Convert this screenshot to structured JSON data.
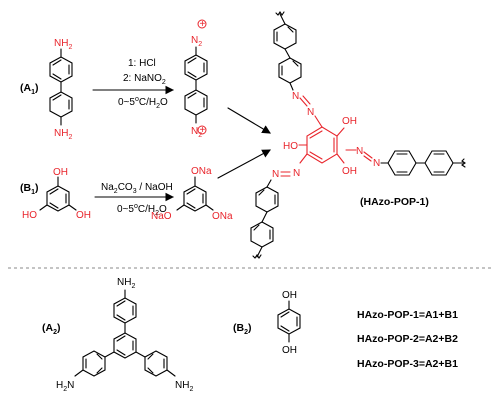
{
  "step1": {
    "label_main": "(A",
    "label_sub": "1",
    "label_close": ")",
    "amine_top": "NH",
    "amine_top_sub": "2",
    "amine_bottom": "NH",
    "amine_bottom_sub": "2",
    "cond_1": "1: HCl",
    "cond_2": "2: NaNO",
    "cond_2_sub": "2",
    "cond_3_a": "0~5",
    "cond_3_b": "o",
    "cond_3_c": "C/H",
    "cond_3_d": "2",
    "cond_3_e": "O",
    "product_plus": "+",
    "product_N": "N",
    "product_N_sub": "2"
  },
  "step2": {
    "label_main": "(B",
    "label_sub": "1",
    "label_close": ")",
    "oh": "OH",
    "ho": "HO",
    "cond_1": "Na",
    "cond_1_sub": "2",
    "cond_1_b": "CO",
    "cond_1_c": "3",
    "cond_1_d": " / NaOH",
    "cond_2_a": "0~5",
    "cond_2_b": "o",
    "cond_2_c": "C/H",
    "cond_2_d": "2",
    "cond_2_e": "O",
    "ona": "ONa",
    "nao": "NaO"
  },
  "product": {
    "oh": "OH",
    "ho": "HO",
    "n": "N",
    "name": "(HAzo-POP-1)"
  },
  "bottom": {
    "a2_main": "(A",
    "a2_sub": "2",
    "a2_close": ")",
    "b2_main": "(B",
    "b2_sub": "2",
    "b2_close": ")",
    "nh": "NH",
    "nh_sub": "2",
    "h2n": "H",
    "h2n_sub": "2",
    "h2n_n": "N",
    "oh": "OH",
    "formulas": [
      "HAzo-POP-1=A1+B1",
      "HAzo-POP-2=A2+B2",
      "HAzo-POP-3=A2+B1"
    ]
  },
  "colors": {
    "highlight": "#e8242b",
    "ink": "#000000",
    "divider": "#888888"
  }
}
